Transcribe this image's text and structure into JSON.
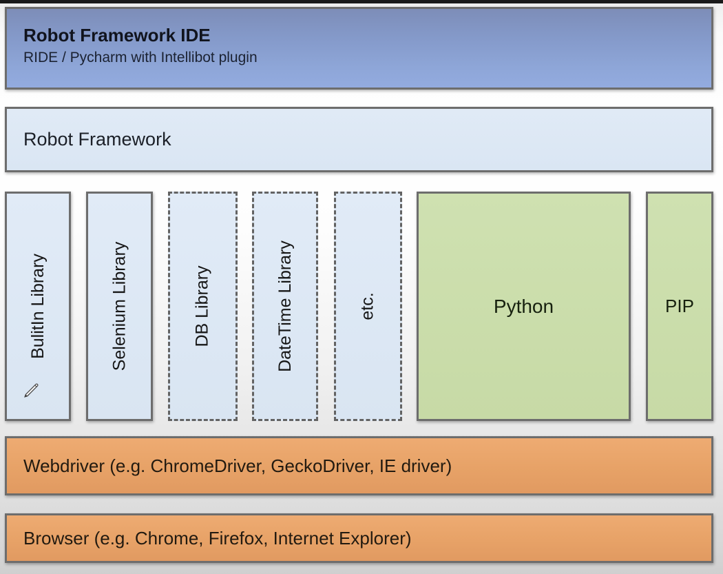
{
  "diagram": {
    "ide": {
      "title": "Robot Framework IDE",
      "subtitle": "RIDE / Pycharm with Intellibot plugin",
      "fill_color": "#8aa0d1"
    },
    "framework": {
      "label": "Robot Framework",
      "fill_color": "#dce8f5"
    },
    "libraries": [
      {
        "label": "BulitIn Library",
        "border_style": "solid"
      },
      {
        "label": "Selenium Library",
        "border_style": "solid"
      },
      {
        "label": "DB Library",
        "border_style": "dashed"
      },
      {
        "label": "DateTime Library",
        "border_style": "dashed"
      },
      {
        "label": "etc.",
        "border_style": "dashed"
      }
    ],
    "runtime": {
      "python_label": "Python",
      "pip_label": "PIP",
      "fill_color": "#cbddab"
    },
    "webdriver": {
      "label": "Webdriver (e.g. ChromeDriver, GeckoDriver, IE driver)",
      "fill_color": "#e9a46b"
    },
    "browser": {
      "label": "Browser (e.g. Chrome, Firefox, Internet Explorer)",
      "fill_color": "#e9a46b"
    },
    "border_color": "#6d6d6d",
    "cursor_icon": "pencil-cursor"
  }
}
